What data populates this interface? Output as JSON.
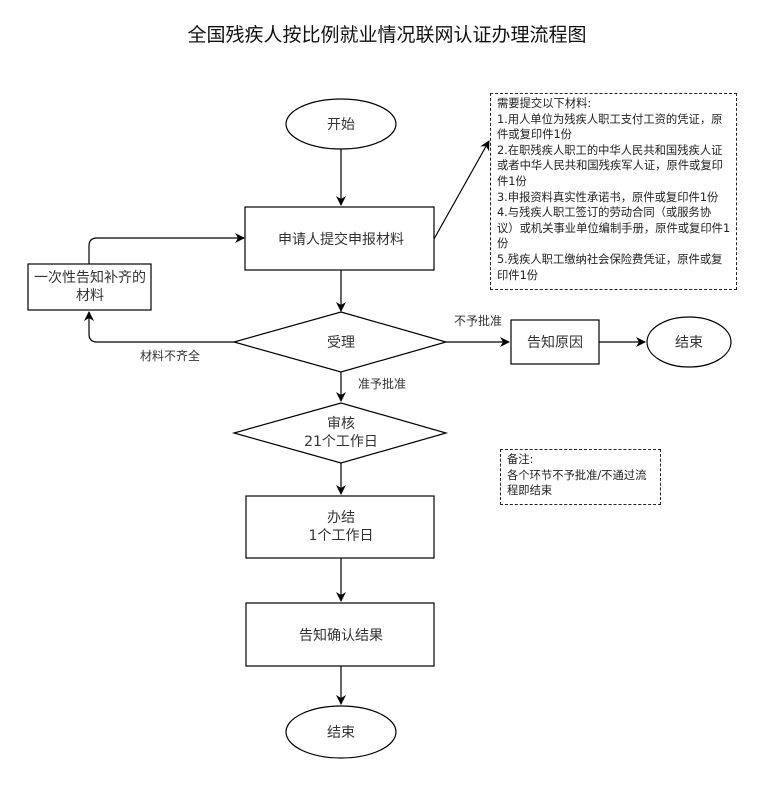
{
  "title": "全国残疾人按比例就业情况联网认证办理流程图",
  "nodes": {
    "start": "开始",
    "submit": "申请人提交申报材料",
    "supplement": [
      "一次性告知补齐的",
      "材料"
    ],
    "accept": "受理",
    "inform_reason": "告知原因",
    "end_reject": "结束",
    "review": [
      "审核",
      "21个工作日"
    ],
    "complete": [
      "办结",
      "1个工作日"
    ],
    "inform_result": "告知确认结果",
    "end": "结束"
  },
  "edges": {
    "incomplete": "材料不齐全",
    "rejected": "不予批准",
    "approved": "准予批准"
  },
  "materials_note": {
    "lines": [
      "需要提交以下材料:",
      "1.用人单位为残疾人职工支付工资的凭证，原",
      "件或复印件1份",
      "2.在职残疾人职工的中华人民共和国残疾人证",
      "或者中华人民共和国残疾军人证，原件或复印",
      "件1份",
      "3.申报资料真实性承诺书，原件或复印件1份",
      "4.与残疾人职工签订的劳动合同（或服务协",
      "议）或机关事业单位编制手册，原件或复印件1",
      "份",
      "5.残疾人职工缴纳社会保险费凭证，原件或复",
      "印件1份"
    ]
  },
  "remark_note": {
    "lines": [
      "备注:",
      "各个环节不予批准/不通过流",
      "程即结束"
    ]
  }
}
